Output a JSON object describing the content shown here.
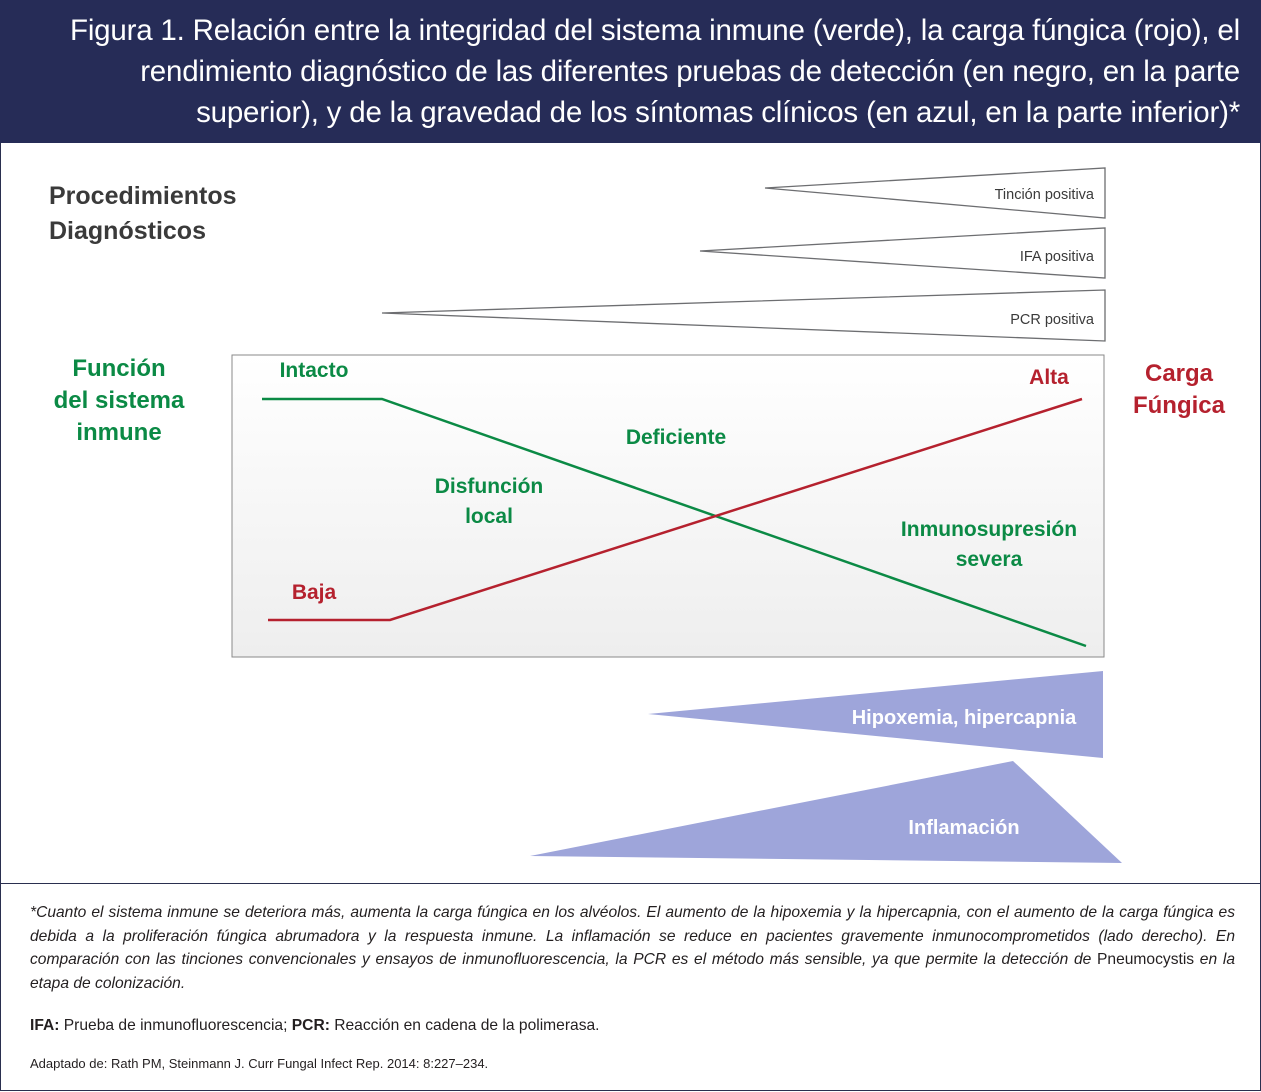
{
  "header": {
    "title": "Figura 1.  Relación entre la integridad del sistema inmune (verde), la carga fúngica (rojo), el rendimiento diagnóstico de las diferentes pruebas de detección (en negro, en la parte superior), y de la gravedad de los síntomas clínicos (en azul, en la parte inferior)*"
  },
  "diagram": {
    "diagnostics_title_line1": "Procedimientos",
    "diagnostics_title_line2": "Diagnósticos",
    "tests": [
      {
        "label": "Tinción positiva"
      },
      {
        "label": "IFA positiva"
      },
      {
        "label": "PCR positiva"
      }
    ],
    "immune_axis": {
      "line1": "Función",
      "line2": "del sistema",
      "line3": "inmune"
    },
    "fungal_axis": {
      "line1": "Carga",
      "line2": "Fúngica"
    },
    "immune_labels": {
      "intact": "Intacto",
      "deficient": "Deficiente",
      "local_dysfunction_line1": "Disfunción",
      "local_dysfunction_line2": "local",
      "severe_line1": "Inmunosupresión",
      "severe_line2": "severa"
    },
    "fungal_labels": {
      "high": "Alta",
      "low": "Baja"
    },
    "symptoms": {
      "hypoxemia": "Hipoxemia, hipercapnia",
      "inflammation": "Inflamación"
    },
    "colors": {
      "immune": "#0b8a45",
      "fungal": "#b5212e",
      "symptoms": "#9ea5da",
      "header": "#262c57"
    }
  },
  "footer": {
    "note_part1": "*Cuanto el sistema inmune se deteriora más, aumenta la carga fúngica en los alvéolos. El aumento de la hipoxemia y la hipercapnia, con el aumento de la carga fúngica es debida a la proliferación fúngica abrumadora y la respuesta inmune. La inflamación se reduce en pacientes gravemente inmunocomprometidos (lado derecho). En comparación con las tinciones convencionales y ensayos de inmunofluorescencia, la PCR es el método más sensible, ya que permite la detección de ",
    "note_organism": "Pneumocystis",
    "note_part2": " en la etapa de colonización.",
    "ifa_abbr": "IFA:",
    "ifa_def": " Prueba de inmunofluorescencia; ",
    "pcr_abbr": "PCR:",
    "pcr_def": " Reacción en cadena de la polimerasa.",
    "source": "Adaptado de: Rath PM, Steinmann J. Curr Fungal Infect Rep. 2014: 8:227–234."
  }
}
